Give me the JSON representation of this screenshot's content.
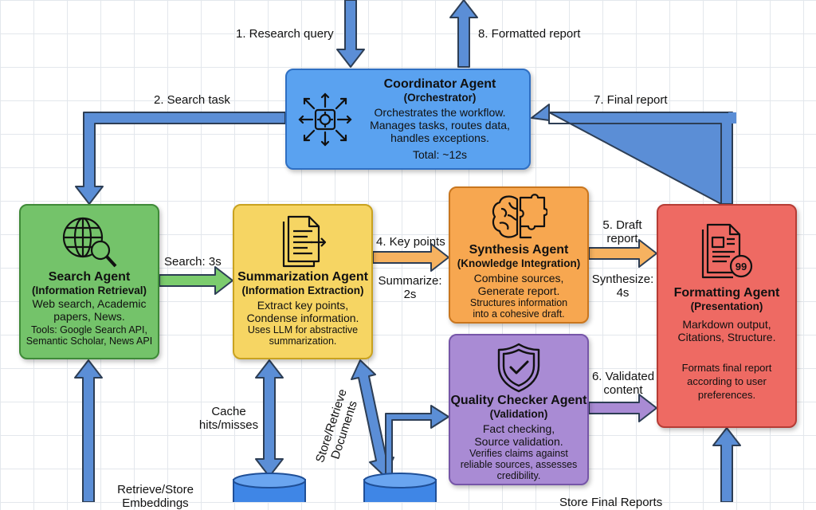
{
  "coordinator": {
    "title": "Coordinator Agent",
    "subtitle": "(Orchestrator)",
    "desc": [
      "Orchestrates the workflow.",
      "Manages tasks, routes data,",
      "handles exceptions."
    ],
    "total": "Total: ~12s",
    "icon": "gear-network-icon"
  },
  "search": {
    "title": "Search Agent",
    "subtitle": "(Information Retrieval)",
    "desc": [
      "Web search, Academic",
      "papers, News."
    ],
    "tools": [
      "Tools: Google Search API,",
      "Semantic Scholar, News API"
    ],
    "icon": "globe-magnifier-icon"
  },
  "summarization": {
    "title": "Summarization Agent",
    "subtitle": "(Information Extraction)",
    "desc": [
      "Extract key points,",
      "Condense information."
    ],
    "note": [
      "Uses LLM for abstractive",
      "summarization."
    ],
    "icon": "document-arrow-icon"
  },
  "synthesis": {
    "title": "Synthesis Agent",
    "subtitle": "(Knowledge Integration)",
    "desc": [
      "Combine sources,",
      "Generate report."
    ],
    "note": [
      "Structures information",
      "into a cohesive draft."
    ],
    "icon": "brain-puzzle-icon"
  },
  "quality": {
    "title": "Quality Checker Agent",
    "subtitle": "(Validation)",
    "desc": [
      "Fact checking,",
      "Source validation."
    ],
    "note": [
      "Verifies claims against",
      "reliable sources, assesses",
      "credibility."
    ],
    "icon": "shield-check-icon"
  },
  "formatting": {
    "title": "Formatting Agent",
    "subtitle": "(Presentation)",
    "desc": [
      "Markdown output,",
      "Citations, Structure."
    ],
    "note": [
      "Formats final report",
      "according to user",
      "preferences."
    ],
    "icon": "document-quote-icon"
  },
  "labels": {
    "research_query": "1. Research query",
    "formatted_report": "8. Formatted report",
    "search_task": "2. Search task",
    "final_report": "7. Final report",
    "search_time": "Search: 3s",
    "key_points": "4. Key points",
    "summarize_time": [
      "Summarize:",
      "2s"
    ],
    "draft_report": [
      "5. Draft",
      "report"
    ],
    "synthesize_time": [
      "Synthesize:",
      "4s"
    ],
    "validated_content": [
      "6. Validated",
      "content"
    ],
    "cache": [
      "Cache",
      "hits/misses"
    ],
    "store_retrieve_docs": [
      "Store/Retrieve",
      "Documents"
    ],
    "retrieve_store_embeddings": [
      "Retrieve/Store",
      "Embeddings"
    ],
    "store_final_reports": "Store Final Reports"
  },
  "colors": {
    "coordinator": "#5aa2f0",
    "search": "#74c36a",
    "summarization": "#f6d563",
    "synthesis": "#f7a750",
    "quality": "#a98bd4",
    "formatting": "#ee6a63",
    "arrow_blue": "#5b8ed6",
    "arrow_green": "#7ccc6e",
    "arrow_orange": "#f6b260",
    "arrow_purple": "#a98bd4",
    "database": "#3f86e6"
  }
}
